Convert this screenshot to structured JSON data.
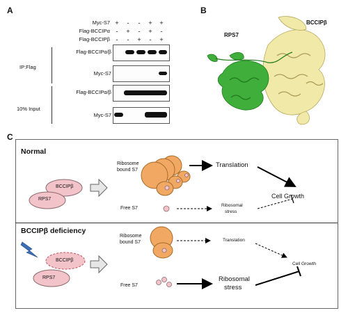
{
  "panels": {
    "a": "A",
    "b": "B",
    "c": "C"
  },
  "panel_a": {
    "conditions": [
      {
        "label": "Myc-S7",
        "signs": [
          "+",
          "-",
          "-",
          "+",
          "+"
        ]
      },
      {
        "label": "Flag-BCCIPα",
        "signs": [
          "-",
          "+",
          "-",
          "+",
          "-"
        ]
      },
      {
        "label": "Flag-BCCIPβ",
        "signs": [
          "-",
          "-",
          "+",
          "-",
          "+"
        ]
      }
    ],
    "group_ip": "IP:Flag",
    "group_input": "10% Input",
    "blot_rows": [
      "Flag-BCCIPα/β",
      "Myc-S7",
      "Flag-BCCIPα/β",
      "Myc-S7"
    ]
  },
  "panel_b": {
    "label_left": "RPS7",
    "label_right": "BCCIPβ"
  },
  "panel_c": {
    "normal": {
      "title": "Normal",
      "protein_top": "BCCIPβ",
      "protein_bottom": "RPS7",
      "ribosome_label_line1": "Ribosome",
      "ribosome_label_line2": "bound S7",
      "translation": "Translation",
      "free_s7": "Free S7",
      "stress_line1": "Ribosomal",
      "stress_line2": "stress",
      "cell_growth": "Cell Growth"
    },
    "deficiency": {
      "title": "BCCIPβ deficiency",
      "protein_top": "BCCIPβ",
      "protein_bottom": "RPS7",
      "ribosome_label_line1": "Ribosome",
      "ribosome_label_line2": "bound S7",
      "translation": "Translation",
      "free_s7": "Free S7",
      "stress_line1": "Ribosomal",
      "stress_line2": "stress",
      "cell_growth": "Cell Growth"
    }
  },
  "colors": {
    "ribosome": "#f0a862",
    "protein": "#f2c4c9",
    "protein_green": "#3fae3a",
    "protein_yellow": "#f1e9a8",
    "lightning": "#3d6fb5"
  }
}
